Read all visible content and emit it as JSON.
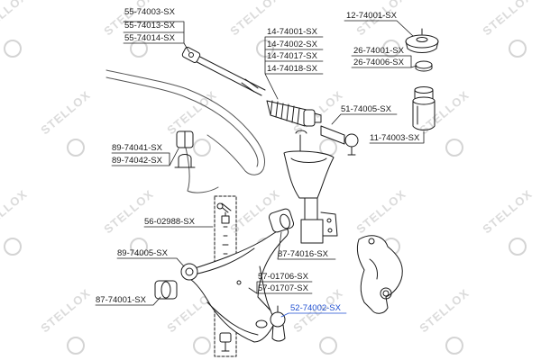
{
  "watermark": "STELLOX",
  "colors": {
    "line": "#1a1a1a",
    "highlight": "#1f4fd1",
    "watermark": "#bdbdbd"
  },
  "parts": {
    "tie_rod": [
      "55-74003-SX",
      "55-74013-SX",
      "55-74014-SX"
    ],
    "boot": [
      "14-74001-SX",
      "14-74002-SX",
      "14-74017-SX",
      "14-74018-SX"
    ],
    "top_mount": "12-74001-SX",
    "bearing": [
      "26-74001-SX",
      "26-74006-SX"
    ],
    "tie_rod_end": "51-74005-SX",
    "bump_stop": "11-74003-SX",
    "stabilizer_bush": [
      "89-74041-SX",
      "89-74042-SX"
    ],
    "stabilizer_link": "56-02988-SX",
    "arm_bush_rear": "87-74016-SX",
    "arm_bush_front": "89-74005-SX",
    "control_arm": [
      "57-01706-SX",
      "57-01707-SX"
    ],
    "bush_lower": "87-74001-SX",
    "ball_joint": "52-74002-SX"
  }
}
